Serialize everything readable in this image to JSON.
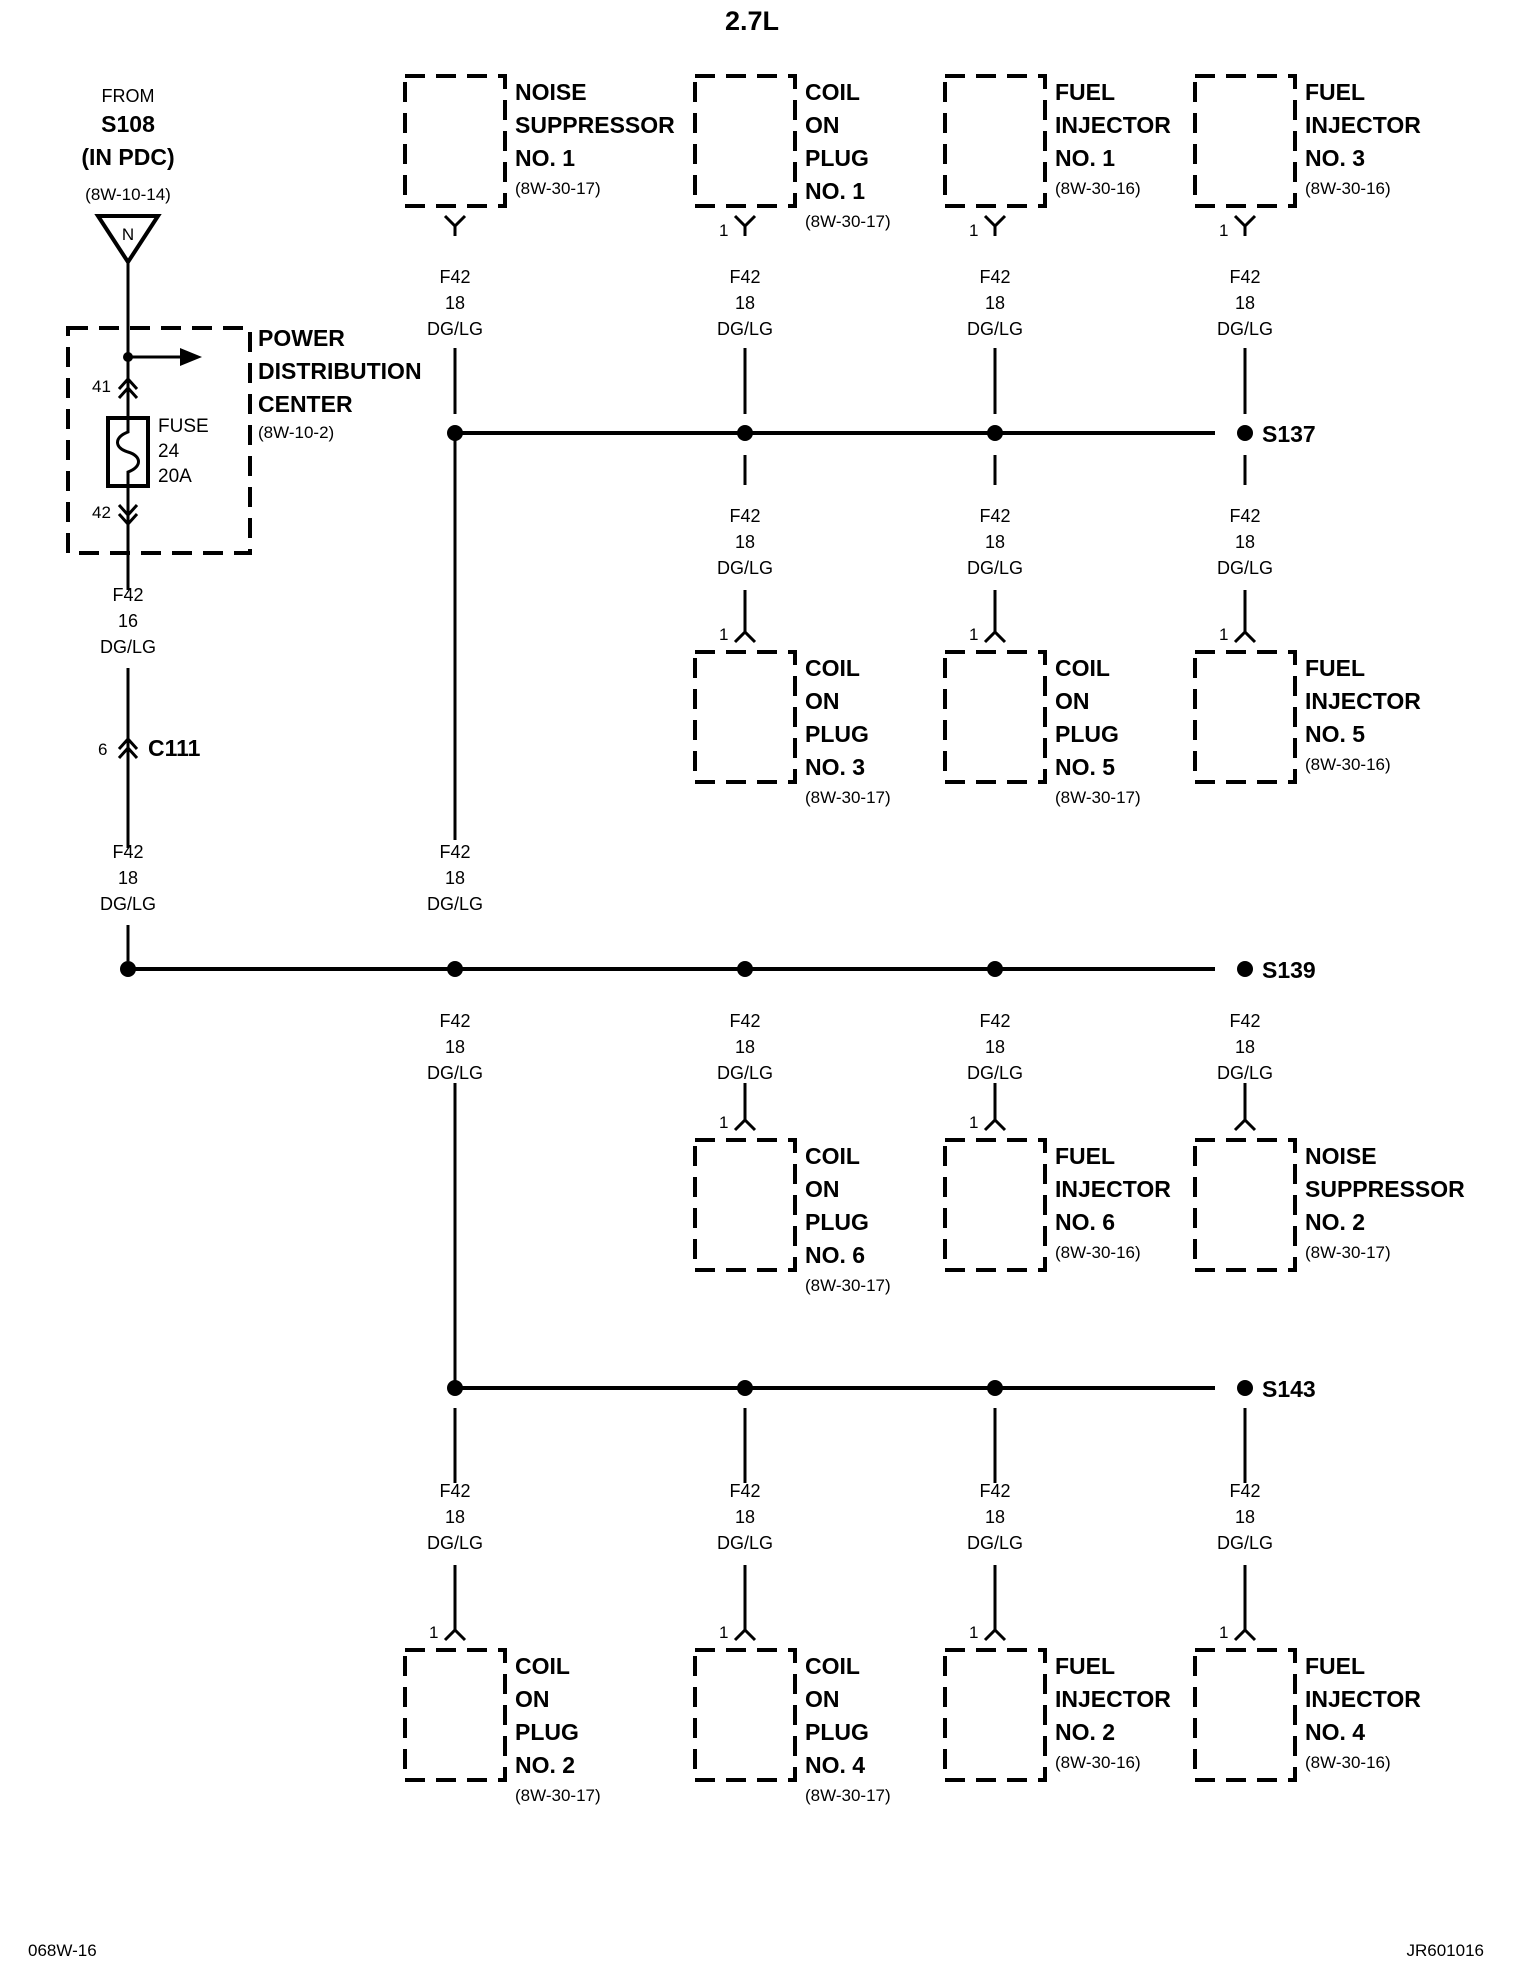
{
  "title": "2.7L",
  "source": {
    "from": "FROM",
    "splice": "S108",
    "location": "(IN PDC)",
    "ref": "(8W-10-14)",
    "connector_letter": "N"
  },
  "pdc": {
    "name": [
      "POWER",
      "DISTRIBUTION",
      "CENTER"
    ],
    "ref": "(8W-10-2)",
    "pin_in": "41",
    "pin_out": "42",
    "fuse_label": "FUSE",
    "fuse_number": "24",
    "fuse_rating": "20A"
  },
  "connector_c111": {
    "name": "C111",
    "pin": "6"
  },
  "wires": {
    "pdc_out": {
      "circuit": "F42",
      "gauge": "16",
      "color": "DG/LG"
    },
    "std": {
      "circuit": "F42",
      "gauge": "18",
      "color": "DG/LG"
    }
  },
  "splices": [
    "S137",
    "S139",
    "S143"
  ],
  "components": [
    {
      "lines": [
        "NOISE",
        "SUPPRESSOR",
        "NO. 1"
      ],
      "ref": "(8W-30-17)",
      "pin": ""
    },
    {
      "lines": [
        "COIL",
        "ON",
        "PLUG",
        "NO. 1"
      ],
      "ref": "(8W-30-17)",
      "pin": "1"
    },
    {
      "lines": [
        "FUEL",
        "INJECTOR",
        "NO. 1"
      ],
      "ref": "(8W-30-16)",
      "pin": "1"
    },
    {
      "lines": [
        "FUEL",
        "INJECTOR",
        "NO. 3"
      ],
      "ref": "(8W-30-16)",
      "pin": "1"
    },
    {
      "lines": [
        "COIL",
        "ON",
        "PLUG",
        "NO. 3"
      ],
      "ref": "(8W-30-17)",
      "pin": "1"
    },
    {
      "lines": [
        "COIL",
        "ON",
        "PLUG",
        "NO. 5"
      ],
      "ref": "(8W-30-17)",
      "pin": "1"
    },
    {
      "lines": [
        "FUEL",
        "INJECTOR",
        "NO. 5"
      ],
      "ref": "(8W-30-16)",
      "pin": "1"
    },
    {
      "lines": [
        "COIL",
        "ON",
        "PLUG",
        "NO. 6"
      ],
      "ref": "(8W-30-17)",
      "pin": "1"
    },
    {
      "lines": [
        "FUEL",
        "INJECTOR",
        "NO. 6"
      ],
      "ref": "(8W-30-16)",
      "pin": "1"
    },
    {
      "lines": [
        "NOISE",
        "SUPPRESSOR",
        "NO. 2"
      ],
      "ref": "(8W-30-17)",
      "pin": ""
    },
    {
      "lines": [
        "COIL",
        "ON",
        "PLUG",
        "NO. 2"
      ],
      "ref": "(8W-30-17)",
      "pin": "1"
    },
    {
      "lines": [
        "COIL",
        "ON",
        "PLUG",
        "NO. 4"
      ],
      "ref": "(8W-30-17)",
      "pin": "1"
    },
    {
      "lines": [
        "FUEL",
        "INJECTOR",
        "NO. 2"
      ],
      "ref": "(8W-30-16)",
      "pin": "1"
    },
    {
      "lines": [
        "FUEL",
        "INJECTOR",
        "NO. 4"
      ],
      "ref": "(8W-30-16)",
      "pin": "1"
    }
  ],
  "footer": {
    "left": "068W-16",
    "right": "JR601016"
  }
}
